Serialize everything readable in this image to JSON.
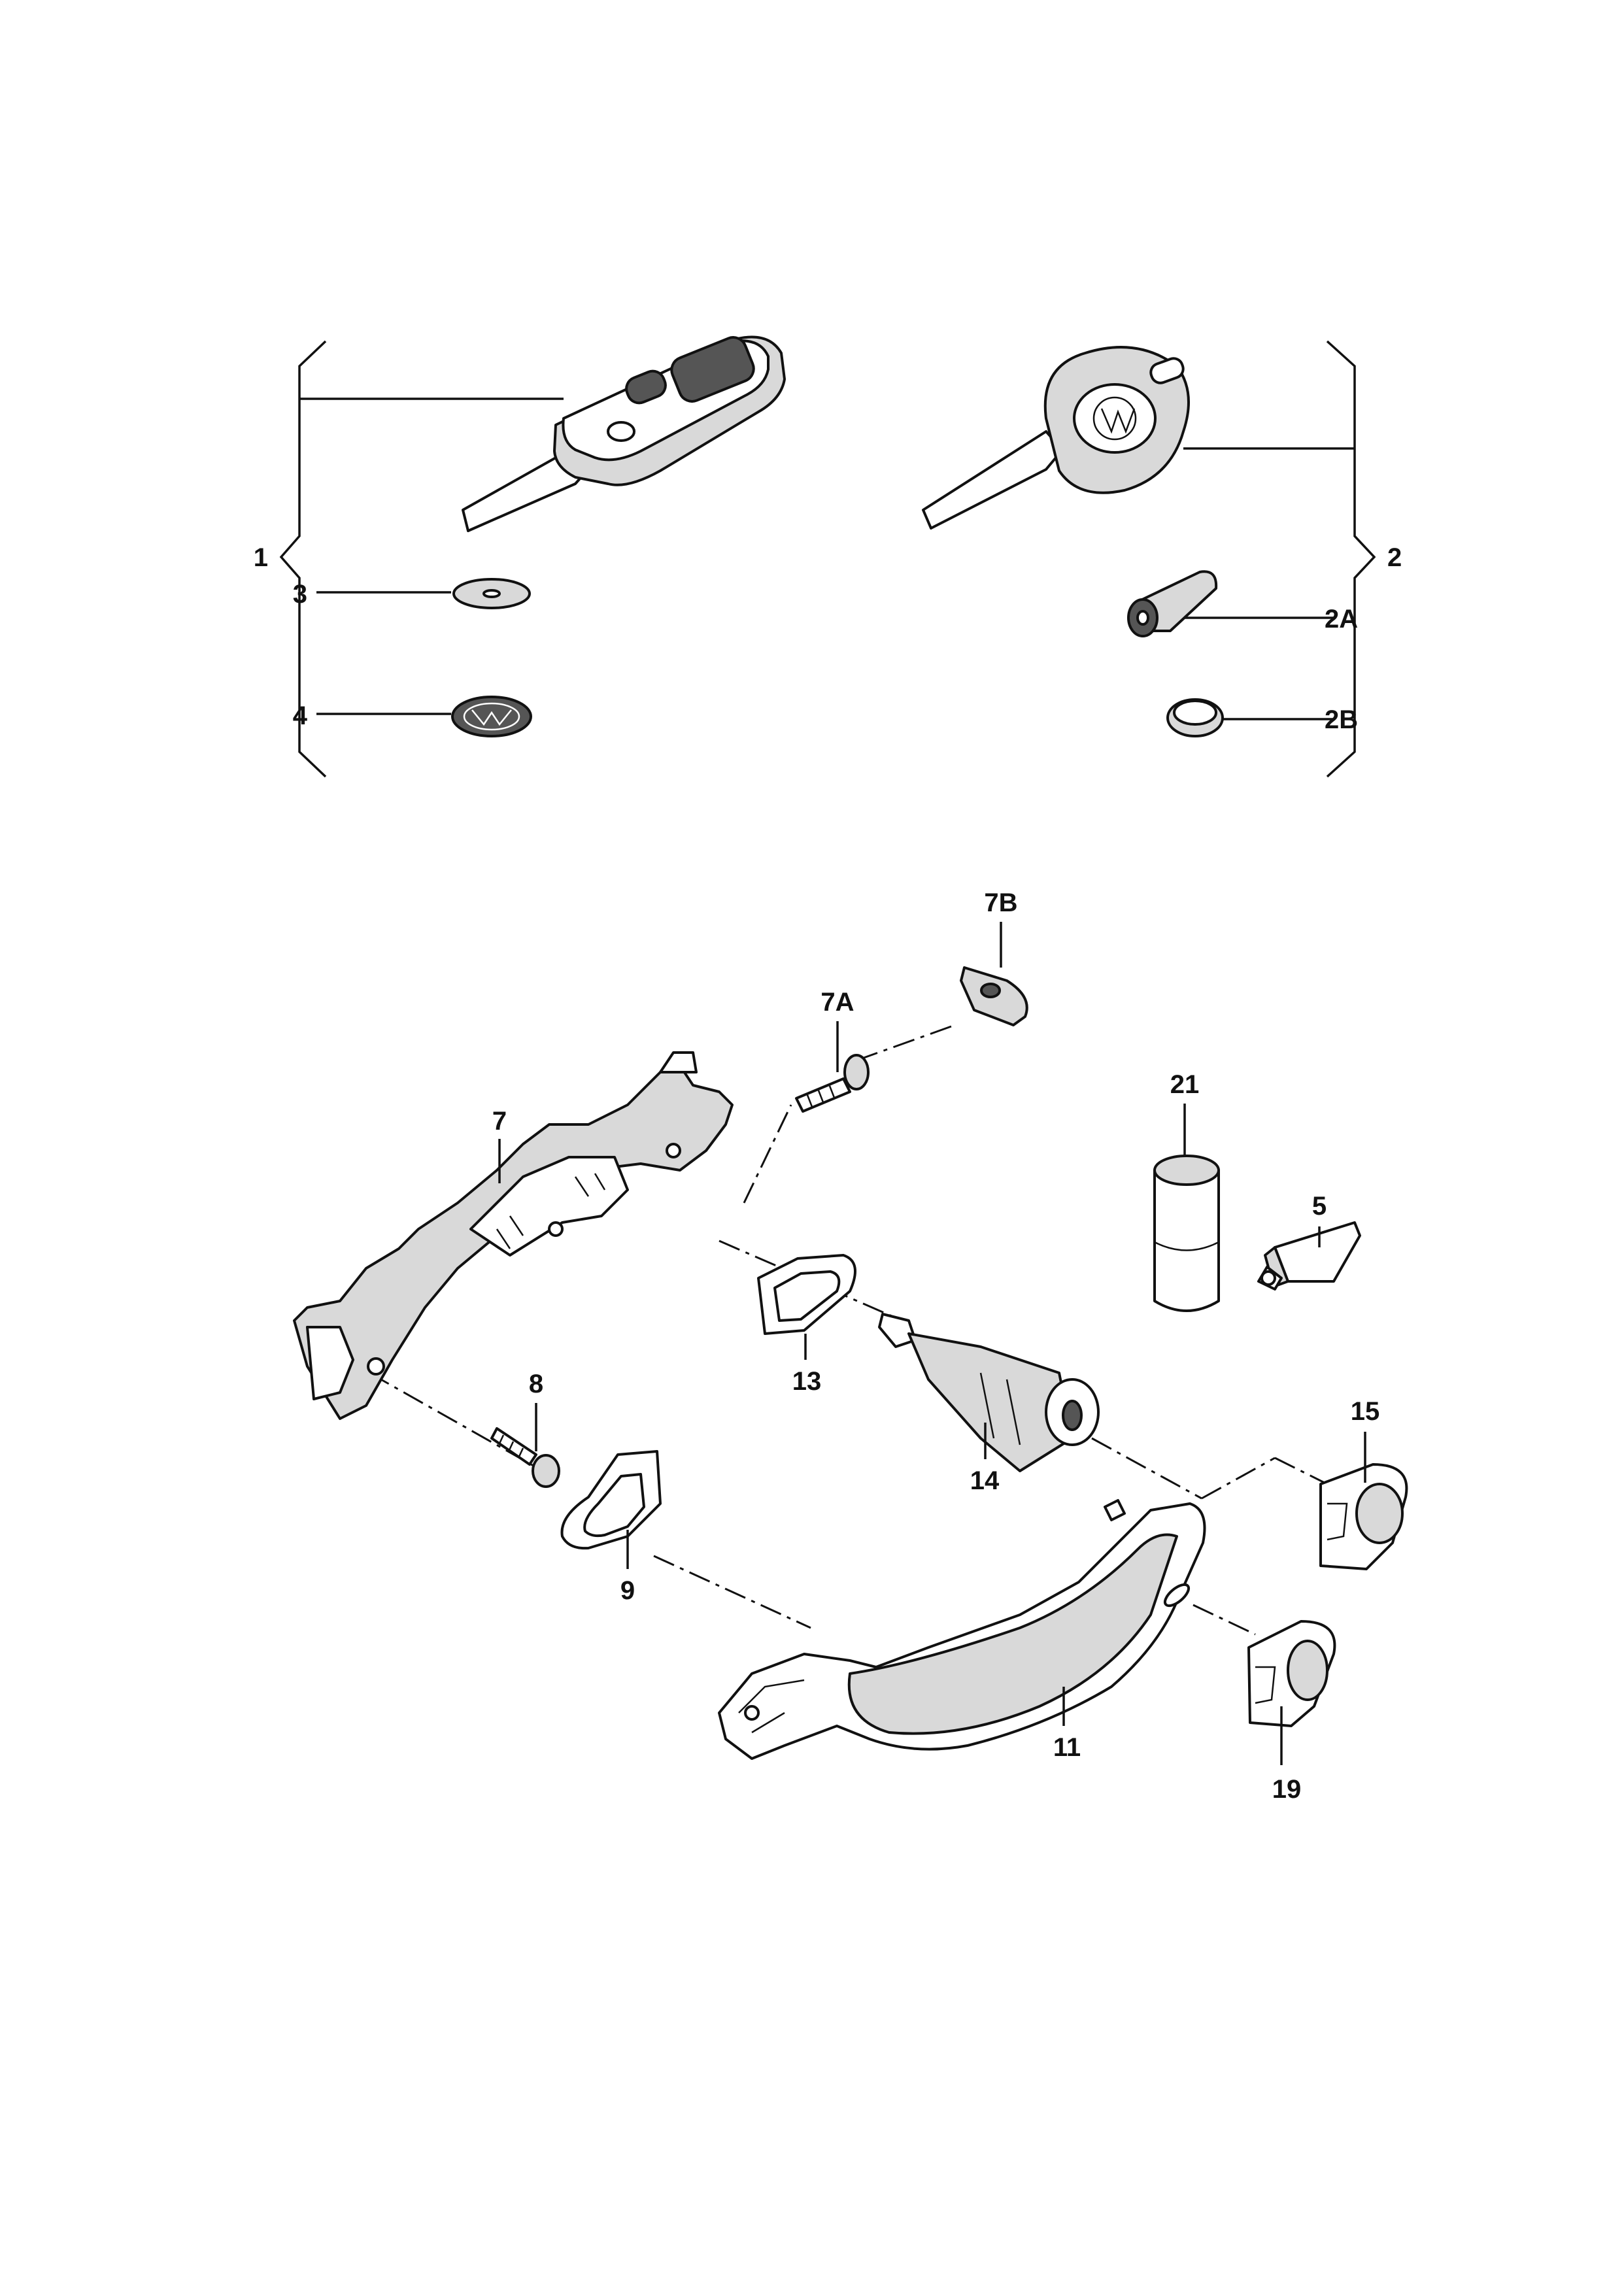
{
  "labels": {
    "l1": "1",
    "l2": "2",
    "l2A": "2A",
    "l2B": "2B",
    "l3": "3",
    "l4": "4",
    "l5": "5",
    "l7": "7",
    "l7A": "7A",
    "l7B": "7B",
    "l8": "8",
    "l9": "9",
    "l11": "11",
    "l13": "13",
    "l14": "14",
    "l15": "15",
    "l19": "19",
    "l21": "21"
  },
  "parts": [
    {
      "ref": "1",
      "icon": "folding-remote-key-icon"
    },
    {
      "ref": "2",
      "icon": "transponder-key-icon"
    },
    {
      "ref": "2A",
      "icon": "key-insert-icon"
    },
    {
      "ref": "2B",
      "icon": "cap-icon"
    },
    {
      "ref": "3",
      "icon": "washer-icon"
    },
    {
      "ref": "4",
      "icon": "emblem-icon"
    },
    {
      "ref": "5",
      "icon": "grease-tube-icon"
    },
    {
      "ref": "7",
      "icon": "handle-bracket-icon"
    },
    {
      "ref": "7A",
      "icon": "bolt-icon"
    },
    {
      "ref": "7B",
      "icon": "bush-icon"
    },
    {
      "ref": "8",
      "icon": "screw-icon"
    },
    {
      "ref": "9",
      "icon": "seal-icon"
    },
    {
      "ref": "11",
      "icon": "door-handle-icon"
    },
    {
      "ref": "13",
      "icon": "gasket-icon"
    },
    {
      "ref": "14",
      "icon": "lock-cylinder-icon"
    },
    {
      "ref": "15",
      "icon": "cover-cap-icon"
    },
    {
      "ref": "19",
      "icon": "cover-cap-icon"
    },
    {
      "ref": "21",
      "icon": "container-icon"
    }
  ],
  "colors": {
    "line": "#111111",
    "background": "#ffffff"
  }
}
